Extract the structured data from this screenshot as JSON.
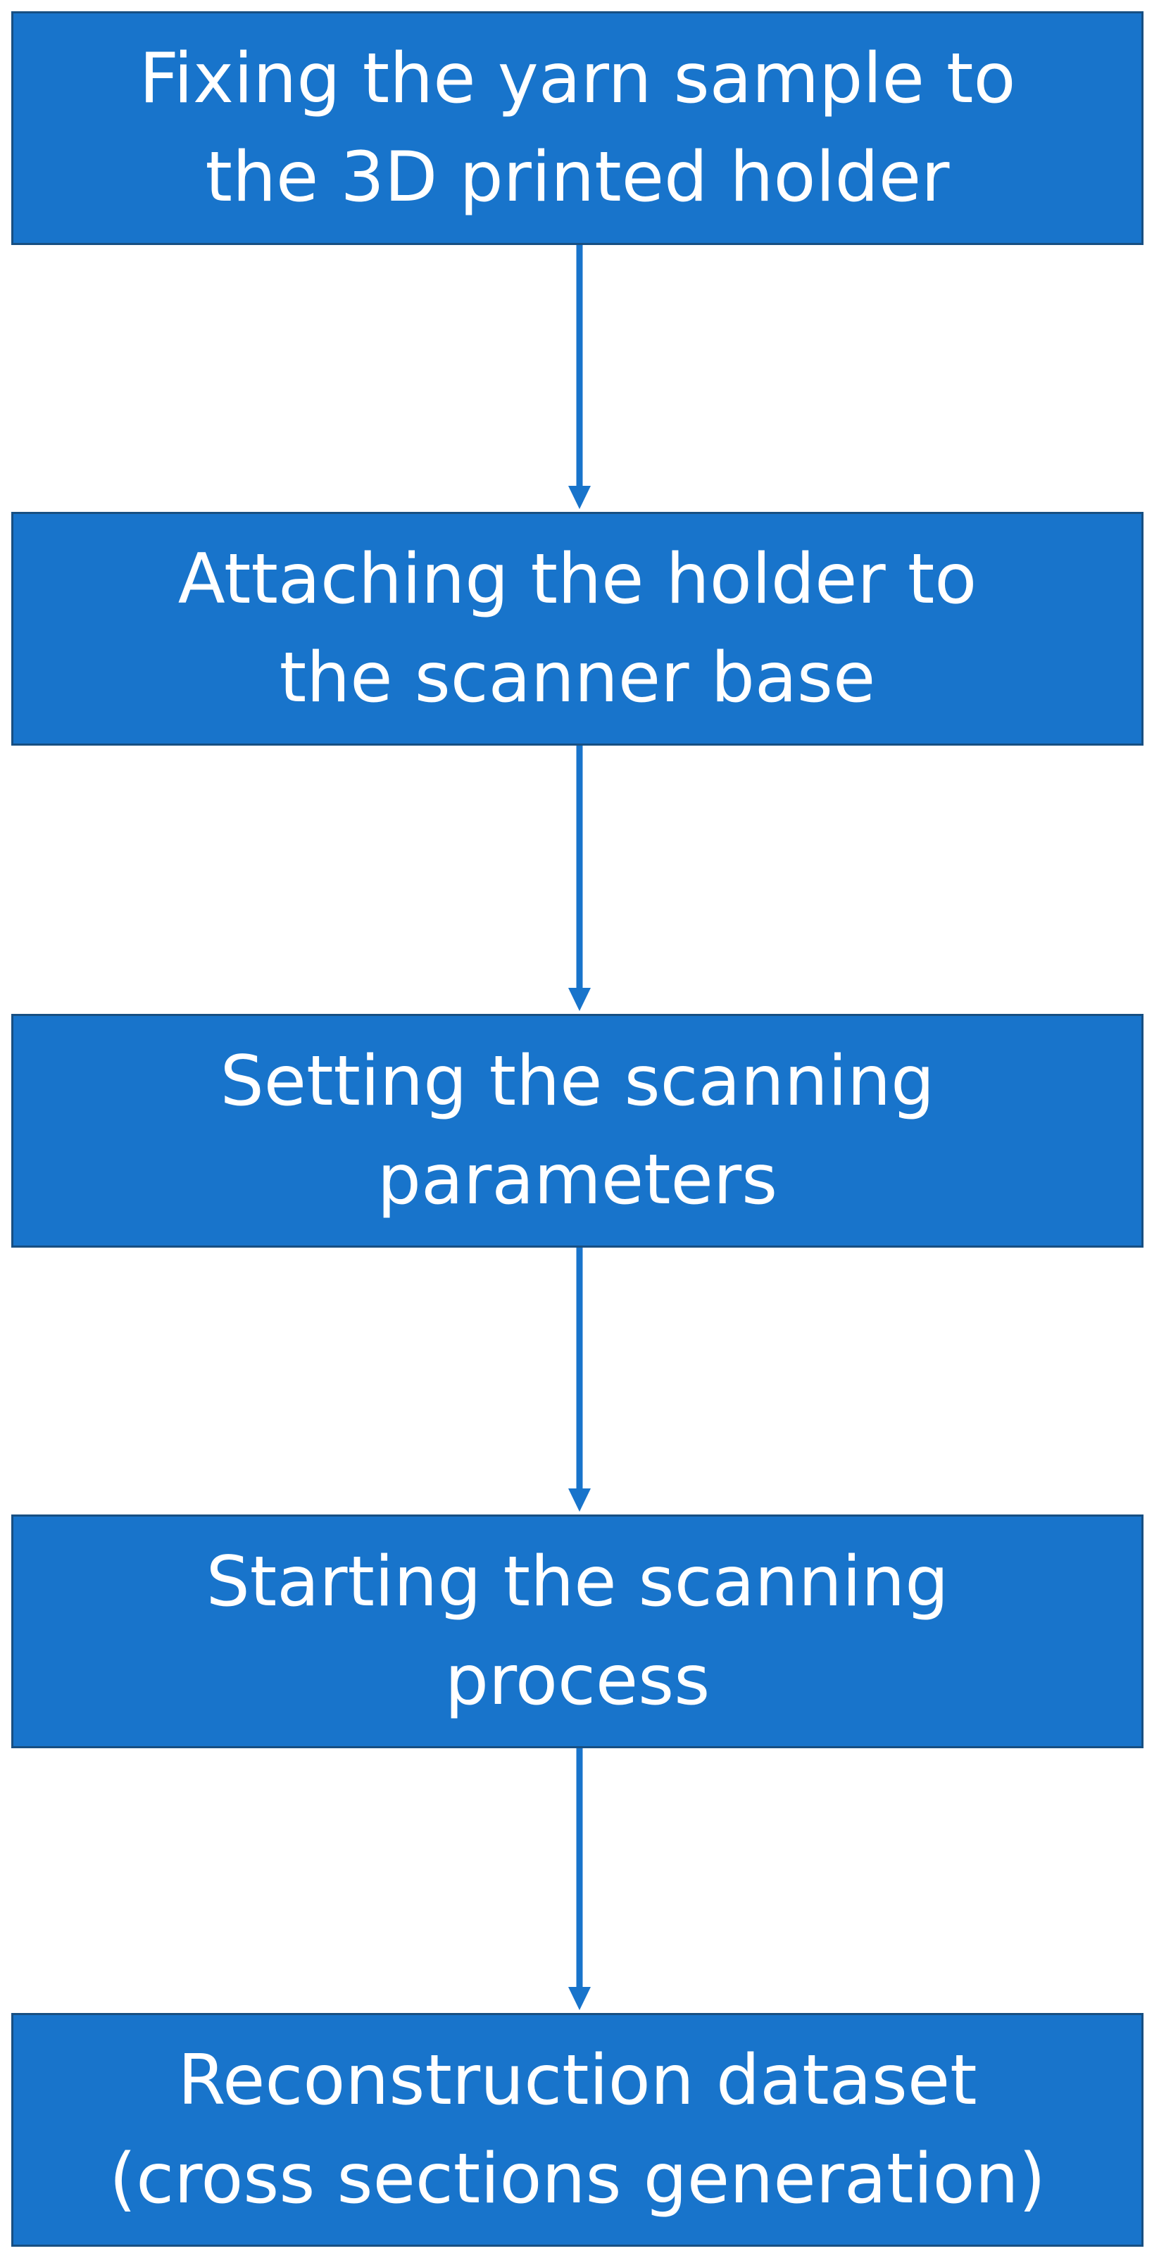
{
  "diagram": {
    "type": "flowchart",
    "direction": "top-to-bottom",
    "colors": {
      "box_fill": "#1874CB",
      "box_border": "#174F82",
      "text": "#FFFFFF",
      "arrow": "#1874CB"
    },
    "steps": [
      {
        "label": "Fixing the yarn sample to\nthe 3D printed holder"
      },
      {
        "label": "Attaching the holder to\nthe scanner base"
      },
      {
        "label": "Setting the scanning\nparameters"
      },
      {
        "label": "Starting the scanning\nprocess"
      },
      {
        "label": "Reconstruction dataset\n(cross sections generation)"
      }
    ],
    "connections": [
      {
        "from": 1,
        "to": 2
      },
      {
        "from": 2,
        "to": 3
      },
      {
        "from": 3,
        "to": 4
      },
      {
        "from": 4,
        "to": 5
      }
    ]
  }
}
